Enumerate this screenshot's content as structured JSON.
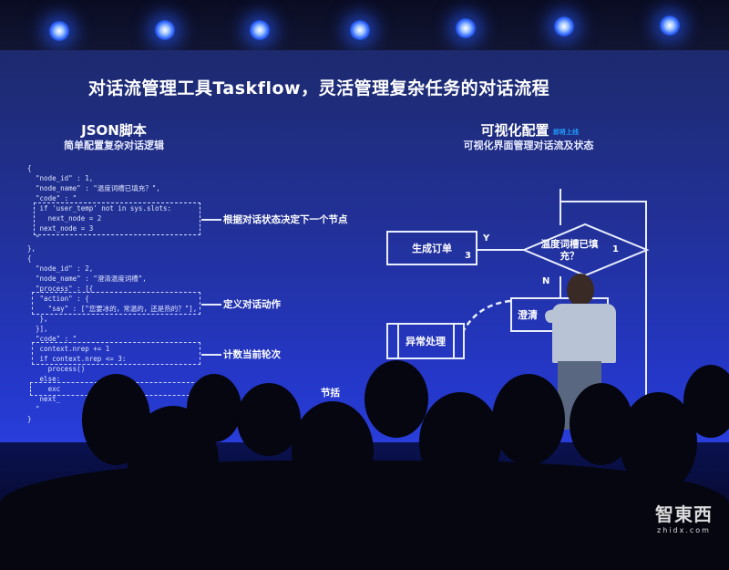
{
  "slide": {
    "title": "对话流管理工具Taskflow，灵活管理复杂任务的对话流程",
    "left": {
      "heading": "JSON脚本",
      "subheading": "简单配置复杂对话逻辑",
      "code_lines": [
        "{",
        "  \"node_id\" : 1,",
        "  \"node_name\" : \"温度词槽已填充？\",",
        "  \"code\" : \"",
        "   if 'user_temp' not in sys.slots:",
        "     next_node = 2",
        "   next_node = 3",
        "  \"",
        "},",
        "{",
        "  \"node_id\" : 2,",
        "  \"node_name\" : \"澄清温度词槽\",",
        "  \"process\" : [{",
        "   \"action\" : {",
        "     \"say\" : [\"您要冰的，常温的，还是热的？\"],",
        "   },",
        "  }],",
        "  \"code\" : \"",
        "   context.nrep += 1",
        "   if context.nrep <= 3:",
        "     process()",
        "   else:",
        "     exc",
        "   next_",
        "  \"",
        "}"
      ],
      "annotations": [
        "根据对话状态决定下一个节点",
        "定义对话动作",
        "计数当前轮次",
        "节括"
      ]
    },
    "right": {
      "heading": "可视化配置",
      "badge": "即将上线",
      "subheading": "可视化界面管理对话流及状态",
      "flow": {
        "decision": "温度词槽已填充？",
        "decision_num": "1",
        "yes_label": "Y",
        "no_label": "N",
        "yes_box": "生成订单",
        "yes_num": "3",
        "no_box": "澄清",
        "exception_box": "异常处理"
      }
    }
  },
  "watermark": {
    "logo": "智東西",
    "url": "zhidx.com"
  },
  "colors": {
    "screen": "#2437c8",
    "badge": "#1ea0ff"
  }
}
